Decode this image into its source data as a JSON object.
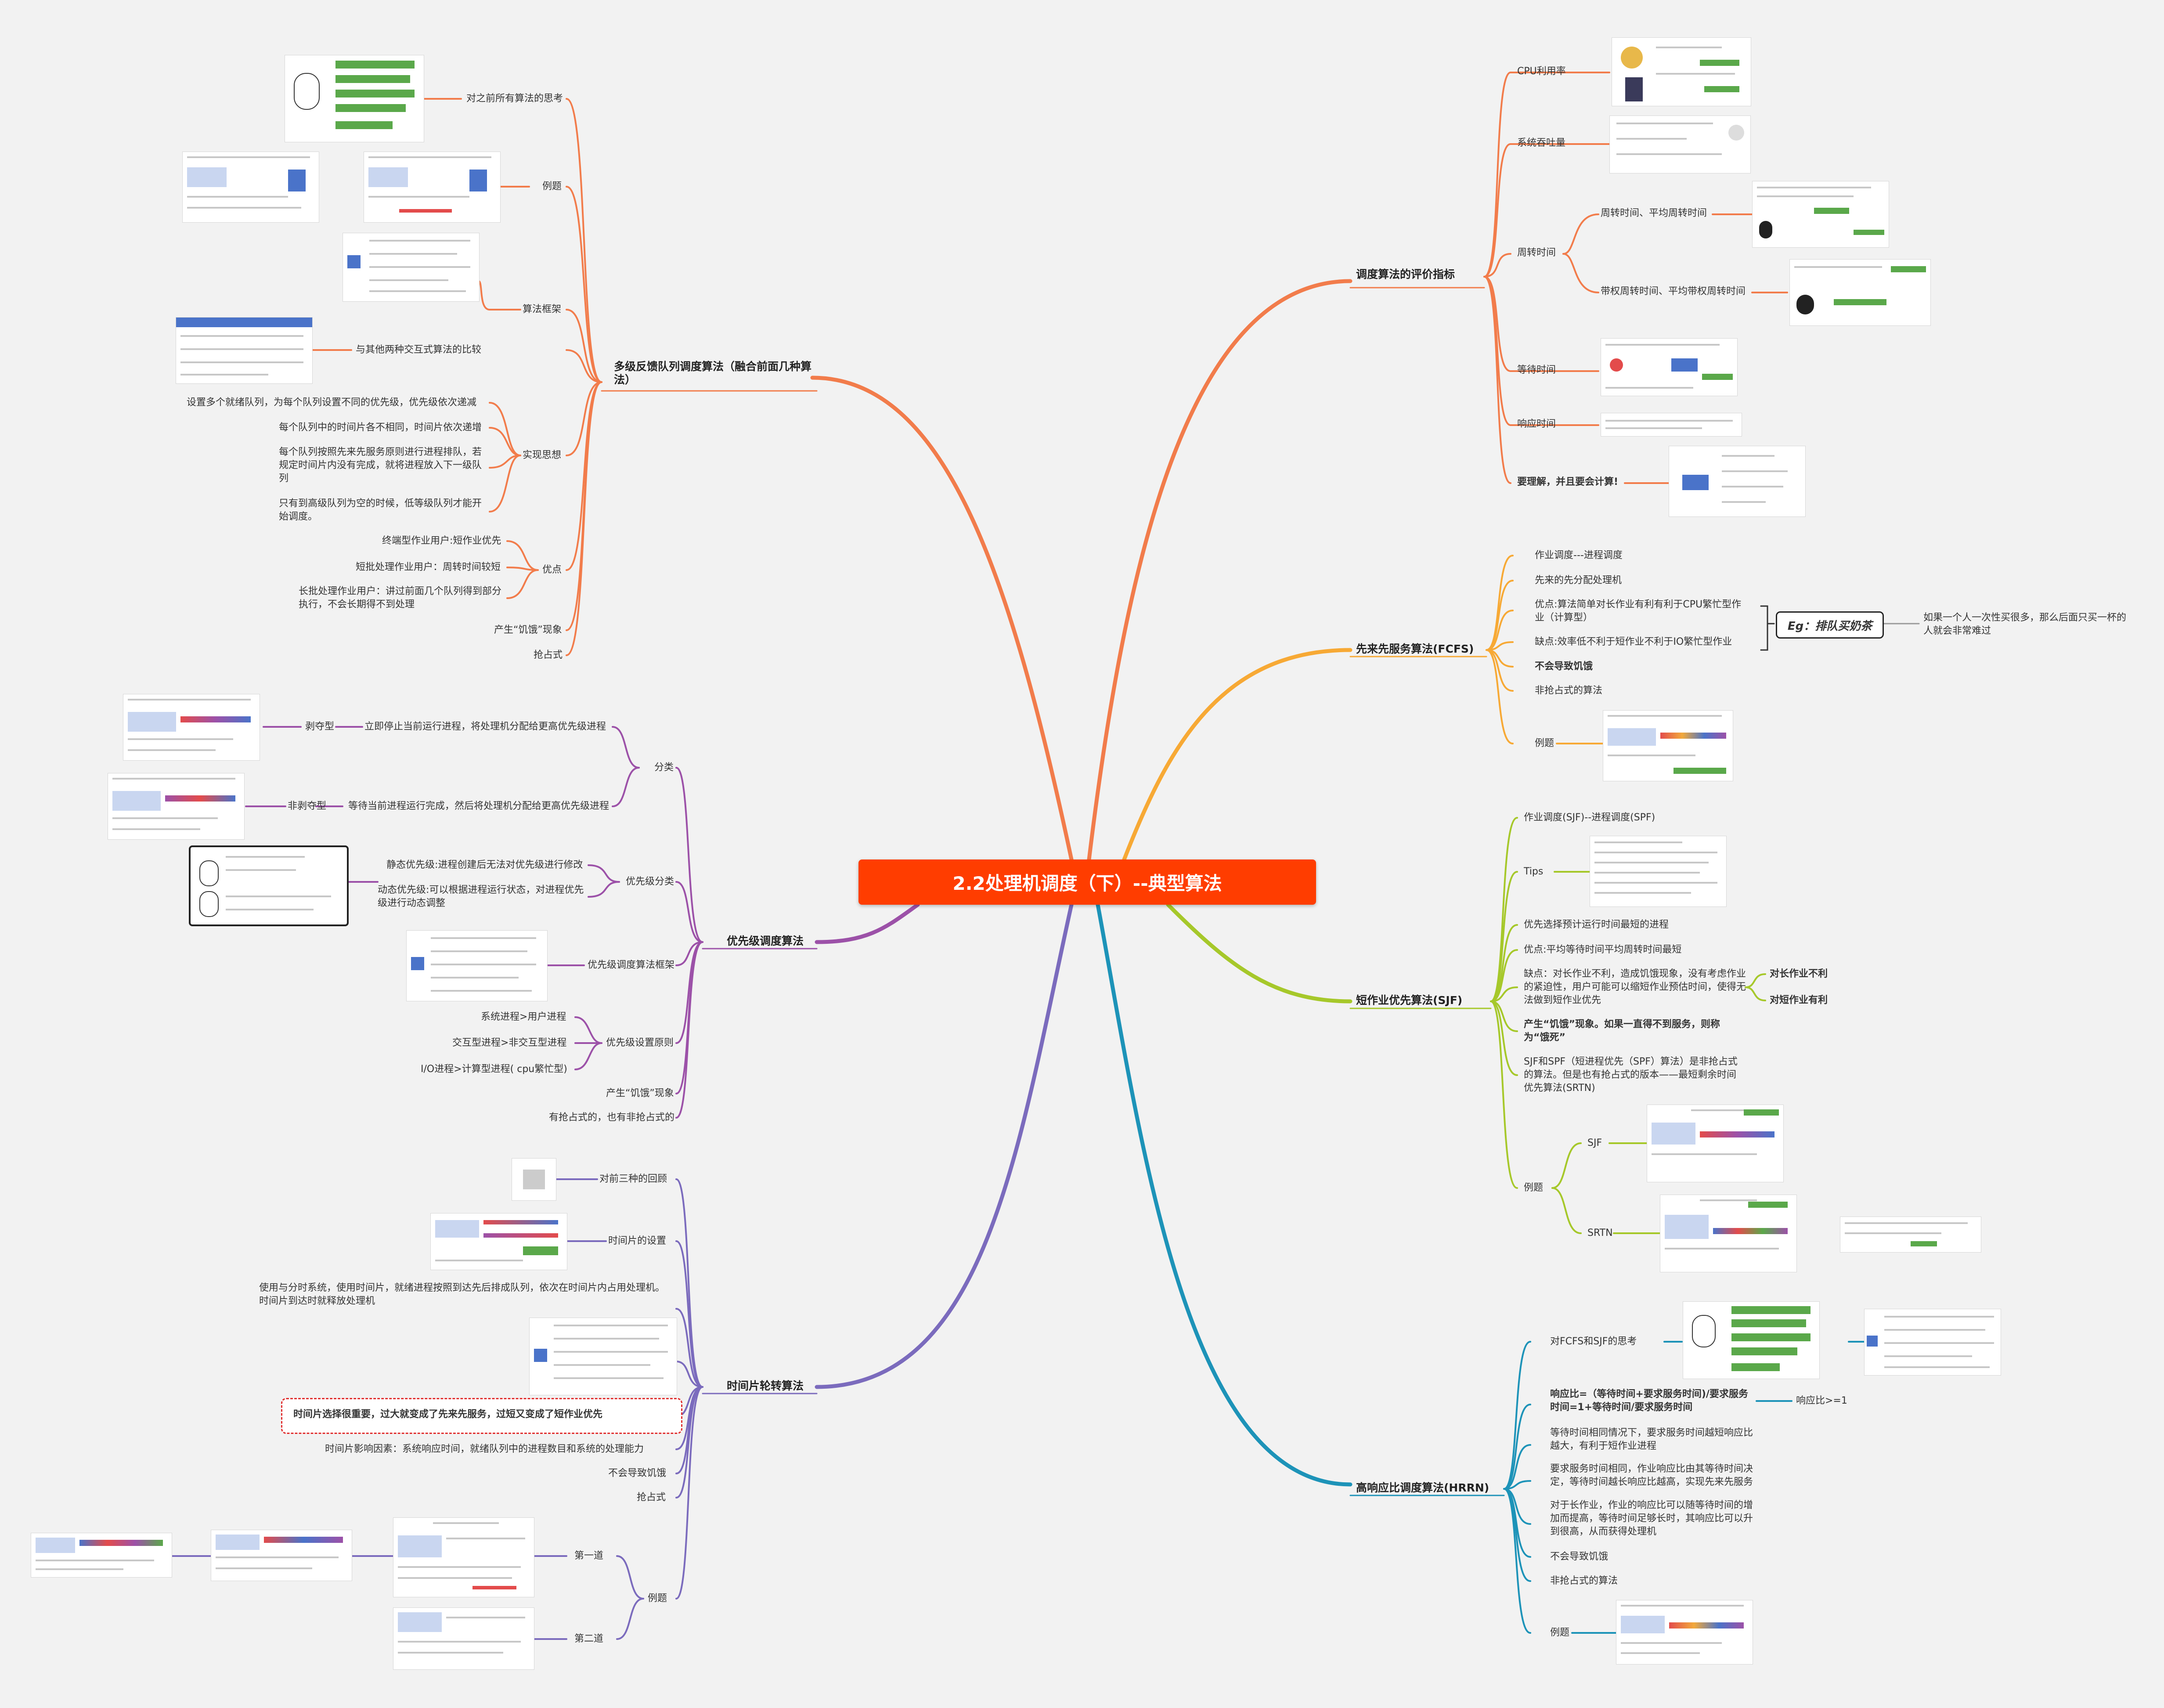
{
  "root": "2.2处理机调度（下）--典型算法",
  "branches": {
    "eval": {
      "title": "调度算法的评价指标",
      "items": [
        "CPU利用率",
        "系统吞吐量",
        "周转时间",
        "等待时间",
        "响应时间",
        "要理解，并且要会计算!"
      ],
      "turnaround": [
        "周转时间、平均周转时间",
        "带权周转时间、平均带权周转时间"
      ]
    },
    "fcfs": {
      "title": "先来先服务算法(FCFS)",
      "items": [
        "作业调度---进程调度",
        "先来的先分配处理机",
        "优点:算法简单对长作业有利有利于CPU繁忙型作业（计算型）",
        "缺点:效率低不利于短作业不利于IO繁忙型作业",
        "不会导致饥饿",
        "非抢占式的算法",
        "例题"
      ],
      "eg": "Eg：排队买奶茶",
      "eg_note": "如果一个人一次性买很多，那么后面只买一杯的人就会非常难过"
    },
    "sjf": {
      "title": "短作业优先算法(SJF)",
      "items": [
        "作业调度(SJF)--进程调度(SPF)",
        "Tips",
        "优先选择预计运行时间最短的进程",
        "优点:平均等待时间平均周转时间最短",
        "缺点：对长作业不利，造成饥饿现象，没有考虑作业的紧迫性，用户可能可以缩短作业预估时间，使得无法做到短作业优先",
        "产生“饥饿”现象。如果一直得不到服务，则称为“饿死”",
        "SJF和SPF（短进程优先（SPF）算法）是非抢占式的算法。但是也有抢占式的版本——最短剩余时间优先算法(SRTN)",
        "例题"
      ],
      "side": [
        "对长作业不利",
        "对短作业有利"
      ],
      "examples": [
        "SJF",
        "SRTN"
      ]
    },
    "hrrn": {
      "title": "高响应比调度算法(HRRN)",
      "items": [
        "对FCFS和SJF的思考",
        "响应比=（等待时间+要求服务时间)/要求服务时间=1+等待时间/要求服务时间",
        "等待时间相同情况下，要求服务时间越短响应比越大，有利于短作业进程",
        "要求服务时间相同，作业响应比由其等待时间决定，等待时间越长响应比越高，实现先来先服务",
        "对于长作业，作业的响应比可以随等待时间的增加而提高，等待时间足够长时，其响应比可以升到很高，从而获得处理机",
        "不会导致饥饿",
        "非抢占式的算法",
        "例题"
      ],
      "ratio_note": "响应比>=1"
    },
    "mlfq": {
      "title": "多级反馈队列调度算法（融合前面几种算法）",
      "items": [
        "对之前所有算法的思考",
        "例题",
        "算法框架",
        "与其他两种交互式算法的比较",
        "实现思想",
        "优点",
        "产生“饥饿”现象",
        "抢占式"
      ],
      "impl": [
        "设置多个就绪队列，为每个队列设置不同的优先级，优先级依次递减",
        "每个队列中的时间片各不相同，时间片依次递增",
        "每个队列按照先来先服务原则进行进程排队，若规定时间片内没有完成，就将进程放入下一级队列",
        "只有到高级队列为空的时候，低等级队列才能开始调度。"
      ],
      "pros": [
        "终端型作业用户:短作业优先",
        "短批处理作业用户：周转时间较短",
        "长批处理作业用户：讲过前面几个队列得到部分执行，不会长期得不到处理"
      ]
    },
    "priority": {
      "title": "优先级调度算法",
      "items": [
        "分类",
        "优先级分类",
        "优先级调度算法框架",
        "优先级设置原则",
        "产生“饥饿”现象",
        "有抢占式的，也有非抢占式的"
      ],
      "class": [
        "立即停止当前运行进程，将处理机分配给更高优先级进程",
        "等待当前进程运行完成，然后将处理机分配给更高优先级进程"
      ],
      "class_names": [
        "剥夺型",
        "非剥夺型"
      ],
      "prio_types": [
        "静态优先级:进程创建后无法对优先级进行修改",
        "动态优先级:可以根据进程运行状态，对进程优先级进行动态调整"
      ],
      "rules": [
        "系统进程>用户进程",
        "交互型进程>非交互型进程",
        "I/O进程>计算型进程( cpu繁忙型)"
      ]
    },
    "rr": {
      "title": "时间片轮转算法",
      "items": [
        "对前三种的回顾",
        "时间片的设置",
        "时间片影响因素：系统响应时间，就绪队列中的进程数目和系统的处理能力",
        "不会导致饥饿",
        "抢占式",
        "例题"
      ],
      "desc": "使用与分时系统，使用时间片，就绪进程按照到达先后排成队列，依次在时间片内占用处理机。时间片到达时就释放处理机",
      "highlight": "时间片选择很重要，过大就变成了先来先服务，过短又变成了短作业优先",
      "examples": [
        "第一道",
        "第二道"
      ]
    }
  },
  "colors": {
    "root": "#ff3d00",
    "eval": "#f27c4b",
    "fcfs": "#f7a935",
    "sjf": "#a6c82a",
    "hrrn": "#1d93b8",
    "mlfq": "#f27c4b",
    "priority": "#9c51a8",
    "rr": "#7b6bbd"
  }
}
